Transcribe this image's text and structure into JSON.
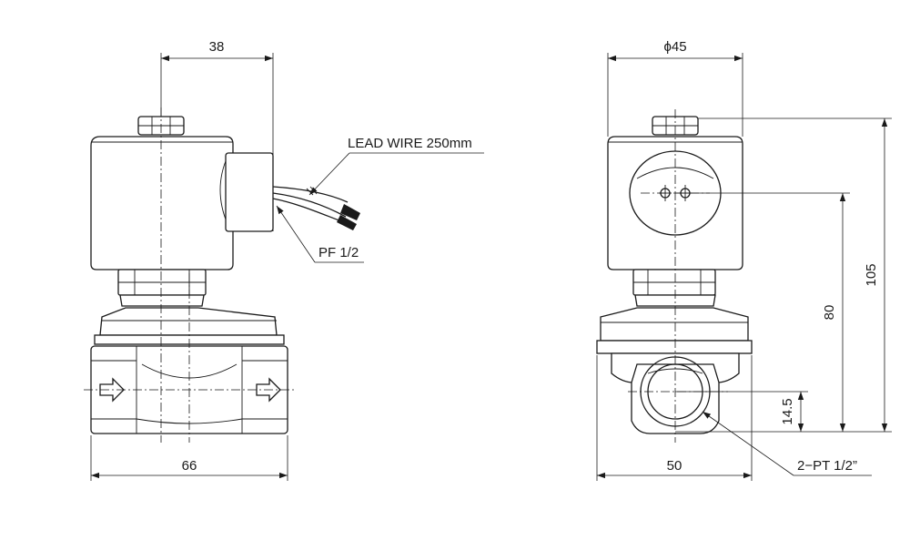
{
  "front_view": {
    "dim_top": "38",
    "dim_bottom": "66",
    "lead_wire_label": "LEAD WIRE 250mm",
    "connector_label": "PF 1/2"
  },
  "side_view": {
    "dim_top": "ϕ45",
    "dim_bottom": "50",
    "dim_height_total": "105",
    "dim_height_coil": "80",
    "dim_height_port": "14.5",
    "port_label": "2−PT 1/2”"
  }
}
